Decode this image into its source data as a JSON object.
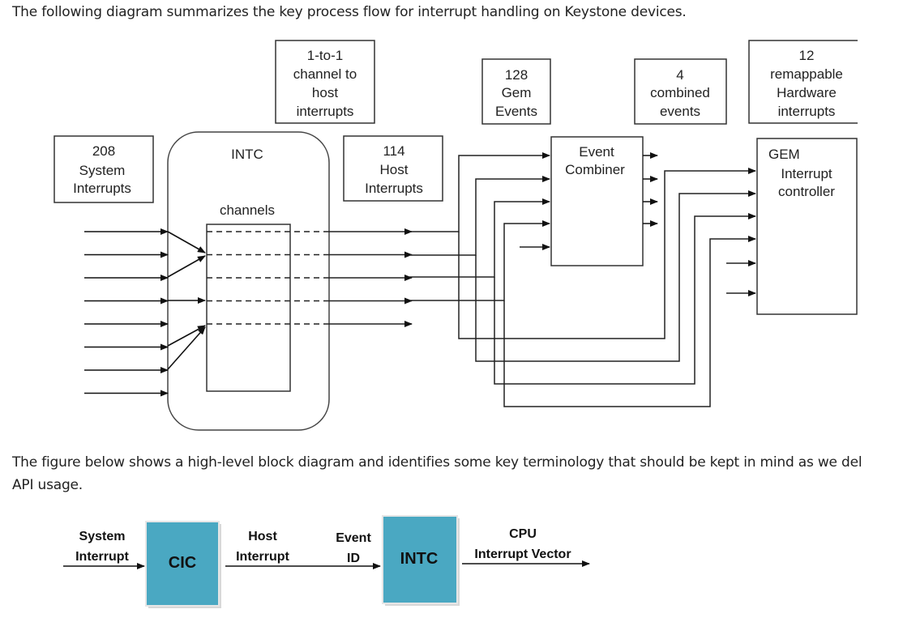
{
  "paragraphs": {
    "intro": "The following diagram summarizes the key process flow for interrupt handling on Keystone devices.",
    "figure_intro_line1": "The figure below shows a high-level block diagram and identifies some key terminology that should be kept in mind as we del",
    "figure_intro_line2": "API usage."
  },
  "flow_diagram": {
    "labels": {
      "system_interrupts": [
        "208",
        "System",
        "Interrupts"
      ],
      "channel_mapping": [
        "1-to-1",
        "channel to",
        "host",
        "interrupts"
      ],
      "host_interrupts": [
        "114",
        "Host",
        "Interrupts"
      ],
      "gem_events": [
        "128",
        "Gem",
        "Events"
      ],
      "combined_events": [
        "4",
        "combined",
        "events"
      ],
      "hw_interrupts": [
        "12",
        "remappable",
        "Hardware",
        "interrupts"
      ]
    },
    "blocks": {
      "intc_title": "INTC",
      "channels_title": "channels",
      "event_combiner": [
        "Event",
        "Combiner"
      ],
      "gem_controller": [
        "GEM",
        "Interrupt",
        "controller"
      ]
    },
    "counts": {
      "system_interrupt_inputs": 8,
      "host_interrupt_lines": 5,
      "event_combiner_inputs": 5,
      "event_combiner_outputs": 4,
      "gem_inputs": 6
    }
  },
  "block_diagram": {
    "labels": {
      "system_interrupt": [
        "System",
        "Interrupt"
      ],
      "host_interrupt": [
        "Host",
        "Interrupt"
      ],
      "event_id": [
        "Event",
        "ID"
      ],
      "cpu_vector": [
        "CPU",
        "Interrupt Vector"
      ]
    },
    "blocks": {
      "cic": "CIC",
      "intc": "INTC"
    },
    "colors": {
      "block_fill": "#4aa8c2"
    }
  }
}
